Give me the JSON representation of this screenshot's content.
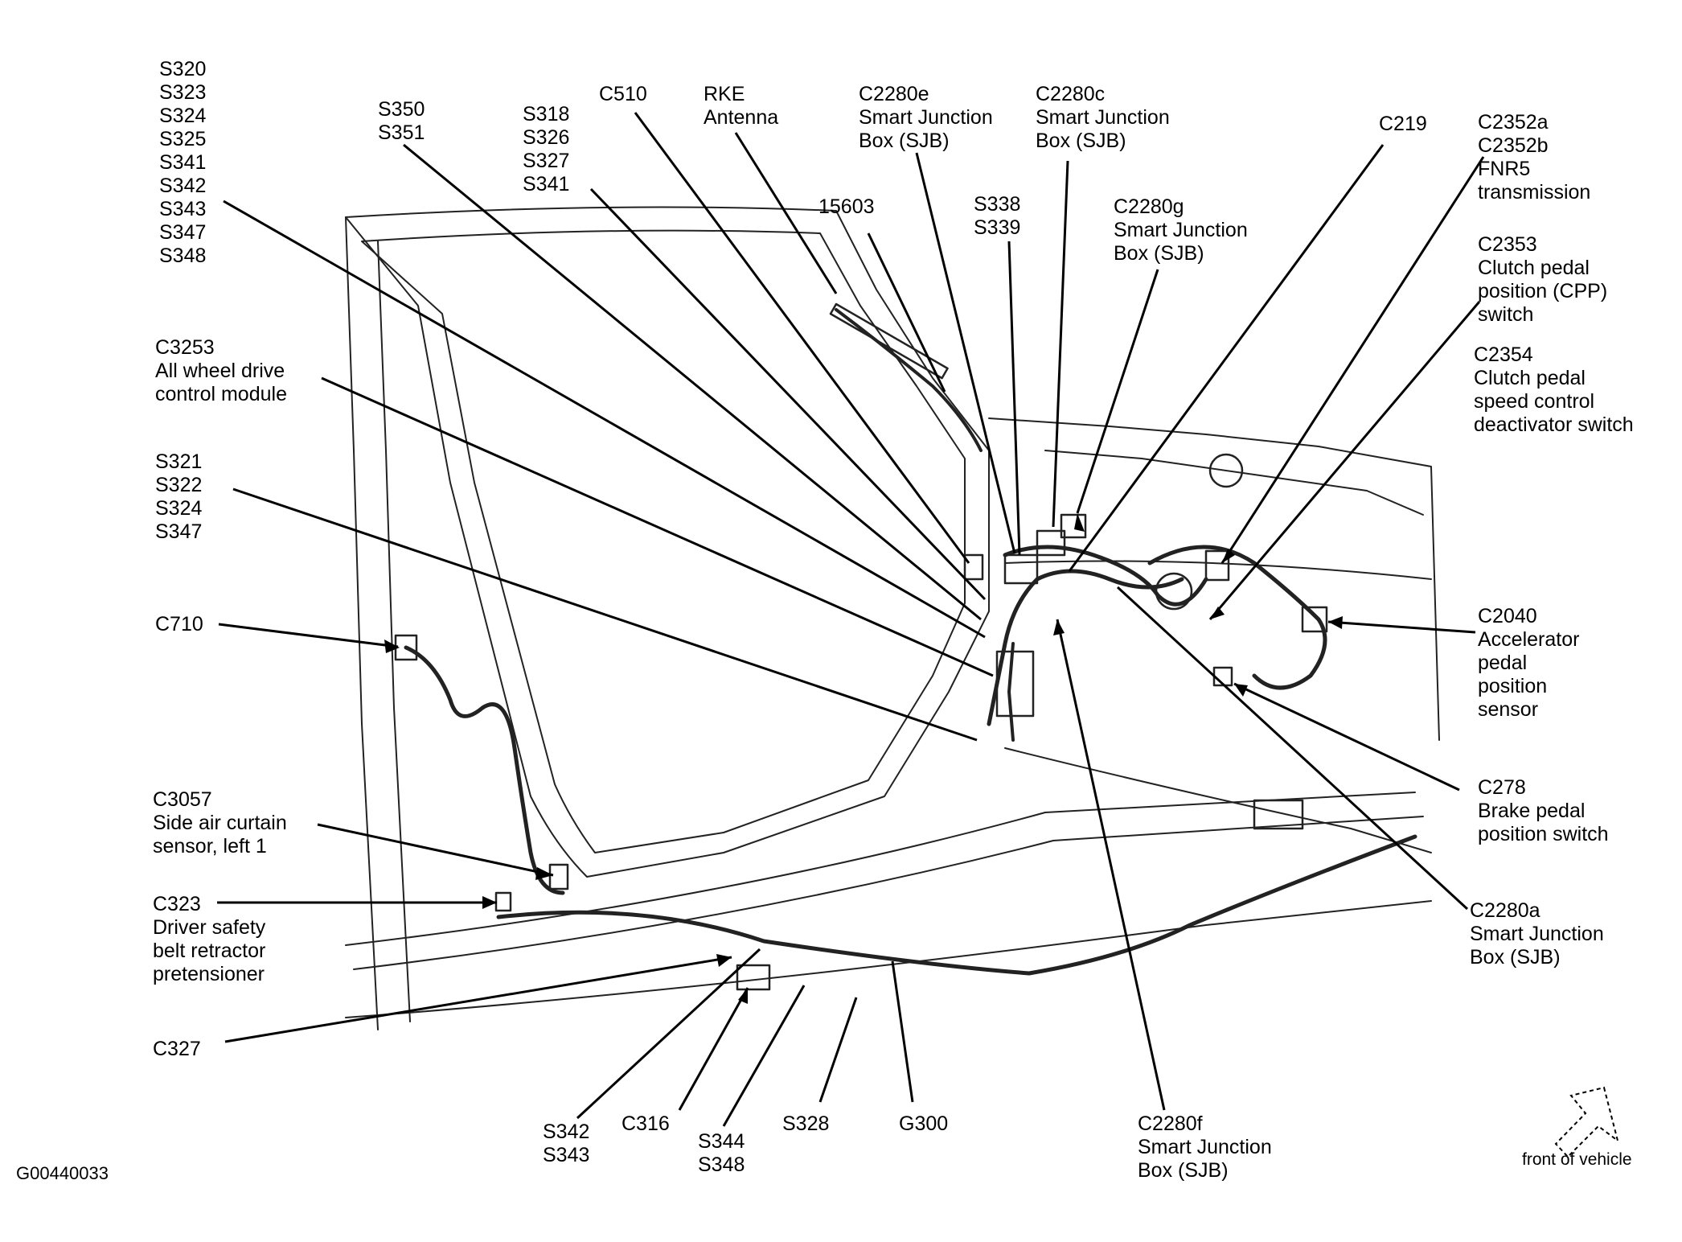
{
  "figure_id": "G00440033",
  "orientation_note": "front of vehicle",
  "icons": {
    "orientation": "front-arrow-icon"
  },
  "callouts": [
    {
      "id": "s320-group",
      "lines": [
        "S320",
        "S323",
        "S324",
        "S325",
        "S341",
        "S342",
        "S343",
        "S347",
        "S348"
      ]
    },
    {
      "id": "s350-group",
      "lines": [
        "S350",
        "S351"
      ]
    },
    {
      "id": "s318-group",
      "lines": [
        "S318",
        "S326",
        "S327",
        "S341"
      ]
    },
    {
      "id": "c510",
      "lines": [
        "C510"
      ]
    },
    {
      "id": "rke",
      "lines": [
        "RKE",
        "Antenna"
      ]
    },
    {
      "id": "c2280e",
      "lines": [
        "C2280e",
        "Smart Junction",
        "Box (SJB)"
      ]
    },
    {
      "id": "c2280c",
      "lines": [
        "C2280c",
        "Smart Junction",
        "Box (SJB)"
      ]
    },
    {
      "id": "c219",
      "lines": [
        "C219"
      ]
    },
    {
      "id": "c2352",
      "lines": [
        "C2352a",
        "C2352b",
        "FNR5",
        "transmission"
      ]
    },
    {
      "id": "c15603",
      "lines": [
        "15603"
      ]
    },
    {
      "id": "s338-group",
      "lines": [
        "S338",
        "S339"
      ]
    },
    {
      "id": "c2280g",
      "lines": [
        "C2280g",
        "Smart Junction",
        "Box (SJB)"
      ]
    },
    {
      "id": "c2353",
      "lines": [
        "C2353",
        "Clutch pedal",
        "position (CPP)",
        "switch"
      ]
    },
    {
      "id": "c2354",
      "lines": [
        "C2354",
        "Clutch pedal",
        "speed control",
        "deactivator switch"
      ]
    },
    {
      "id": "c3253",
      "lines": [
        "C3253",
        "All wheel drive",
        "control module"
      ]
    },
    {
      "id": "s321-group",
      "lines": [
        "S321",
        "S322",
        "S324",
        "S347"
      ]
    },
    {
      "id": "c710",
      "lines": [
        "C710"
      ]
    },
    {
      "id": "c2040",
      "lines": [
        "C2040",
        "Accelerator",
        "pedal",
        "position",
        "sensor"
      ]
    },
    {
      "id": "c278",
      "lines": [
        "C278",
        "Brake pedal",
        "position switch"
      ]
    },
    {
      "id": "c3057",
      "lines": [
        "C3057",
        "Side air curtain",
        "sensor, left 1"
      ]
    },
    {
      "id": "c323",
      "lines": [
        "C323",
        "Driver safety",
        "belt retractor",
        "pretensioner"
      ]
    },
    {
      "id": "c2280a",
      "lines": [
        "C2280a",
        "Smart Junction",
        "Box (SJB)"
      ]
    },
    {
      "id": "c327",
      "lines": [
        "C327"
      ]
    },
    {
      "id": "s342-group",
      "lines": [
        "S342",
        "S343"
      ]
    },
    {
      "id": "c316",
      "lines": [
        "C316"
      ]
    },
    {
      "id": "s344-group",
      "lines": [
        "S344",
        "S348"
      ]
    },
    {
      "id": "s328",
      "lines": [
        "S328"
      ]
    },
    {
      "id": "g300",
      "lines": [
        "G300"
      ]
    },
    {
      "id": "c2280f",
      "lines": [
        "C2280f",
        "Smart Junction",
        "Box (SJB)"
      ]
    }
  ]
}
